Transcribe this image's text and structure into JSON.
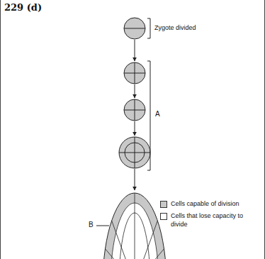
{
  "diagram": {
    "labels": [
      "229 (d)",
      "Zygote divided",
      "A",
      "B"
    ],
    "legend": [
      {
        "text": "Cells capable of division",
        "color": "#c8c8c8"
      },
      {
        "text": "Cells that lose capacity to divide",
        "color": "#ffffff"
      }
    ]
  }
}
